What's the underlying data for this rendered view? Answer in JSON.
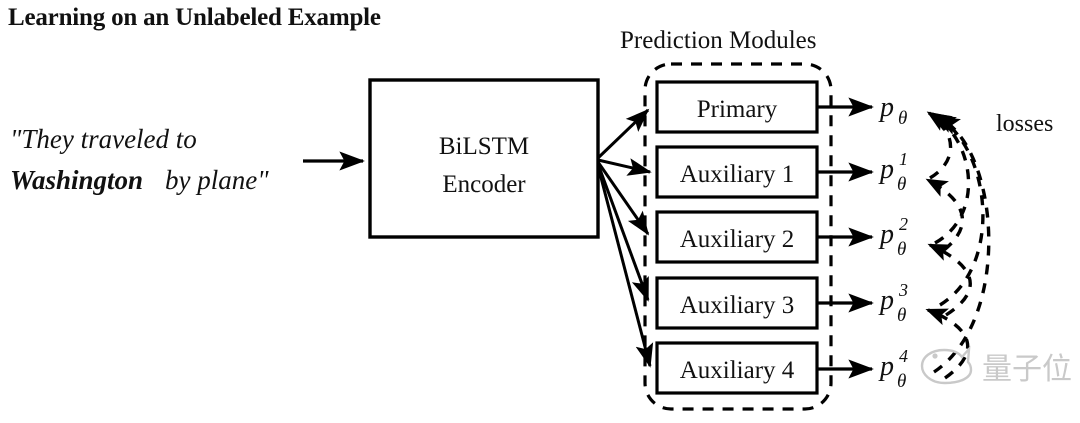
{
  "figure": {
    "title": "Learning on an Unlabeled Example",
    "input": {
      "line1_prefix": "\"They traveled to",
      "line2_bold": "Washington",
      "line2_rest": "by plane\""
    },
    "encoder": {
      "line1": "BiLSTM",
      "line2": "Encoder"
    },
    "modules_group_label": "Prediction Modules",
    "modules": [
      {
        "label": "Primary",
        "output_base": "p",
        "output_sub": "θ",
        "output_sup": ""
      },
      {
        "label": "Auxiliary 1",
        "output_base": "p",
        "output_sub": "θ",
        "output_sup": "1"
      },
      {
        "label": "Auxiliary 2",
        "output_base": "p",
        "output_sub": "θ",
        "output_sup": "2"
      },
      {
        "label": "Auxiliary 3",
        "output_base": "p",
        "output_sub": "θ",
        "output_sup": "3"
      },
      {
        "label": "Auxiliary 4",
        "output_base": "p",
        "output_sub": "θ",
        "output_sup": "4"
      }
    ],
    "losses_label": "losses",
    "watermark": {
      "text": "量子位"
    },
    "colors": {
      "background": "#ffffff",
      "stroke": "#000000",
      "text": "#111111",
      "watermark": "#c9c9c9"
    }
  }
}
